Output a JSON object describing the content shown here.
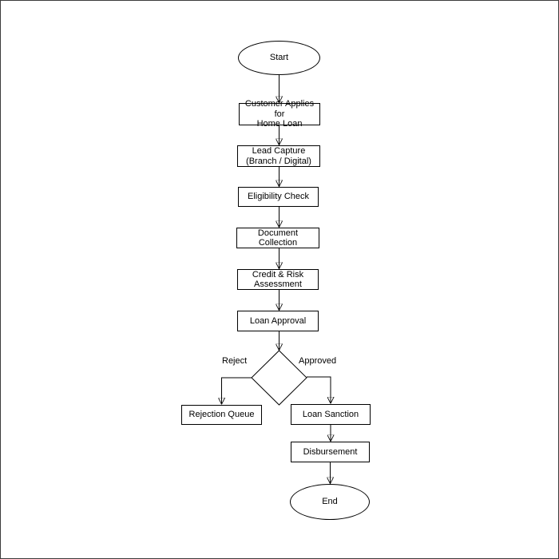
{
  "diagram": {
    "type": "flowchart",
    "colors": {
      "background": "#ffffff",
      "stroke": "#000000",
      "node_fill": "#ffffff",
      "text": "#000000",
      "frame_border": "#3c3c3c"
    },
    "nodes": {
      "start": {
        "shape": "ellipse",
        "label": "Start"
      },
      "apply": {
        "shape": "rectangle",
        "label": "Customer Applies for\nHome Loan"
      },
      "lead_capture": {
        "shape": "rectangle",
        "label": "Lead Capture\n(Branch / Digital)"
      },
      "eligibility_check": {
        "shape": "rectangle",
        "label": "Eligibility Check"
      },
      "document_collection": {
        "shape": "rectangle",
        "label": "Document Collection"
      },
      "credit_risk": {
        "shape": "rectangle",
        "label": "Credit & Risk\nAssessment"
      },
      "loan_approval": {
        "shape": "rectangle",
        "label": "Loan Approval"
      },
      "decision": {
        "shape": "diamond",
        "label": ""
      },
      "rejection_queue": {
        "shape": "rectangle",
        "label": "Rejection Queue"
      },
      "loan_sanction": {
        "shape": "rectangle",
        "label": "Loan Sanction"
      },
      "disbursement": {
        "shape": "rectangle",
        "label": "Disbursement"
      },
      "end": {
        "shape": "ellipse",
        "label": "End"
      }
    },
    "edges": [
      {
        "from": "start",
        "to": "apply"
      },
      {
        "from": "apply",
        "to": "lead_capture"
      },
      {
        "from": "lead_capture",
        "to": "eligibility_check"
      },
      {
        "from": "eligibility_check",
        "to": "document_collection"
      },
      {
        "from": "document_collection",
        "to": "credit_risk"
      },
      {
        "from": "credit_risk",
        "to": "loan_approval"
      },
      {
        "from": "loan_approval",
        "to": "decision"
      },
      {
        "from": "decision",
        "to": "rejection_queue",
        "label": "Reject"
      },
      {
        "from": "decision",
        "to": "loan_sanction",
        "label": "Approved"
      },
      {
        "from": "loan_sanction",
        "to": "disbursement"
      },
      {
        "from": "disbursement",
        "to": "end"
      }
    ]
  }
}
